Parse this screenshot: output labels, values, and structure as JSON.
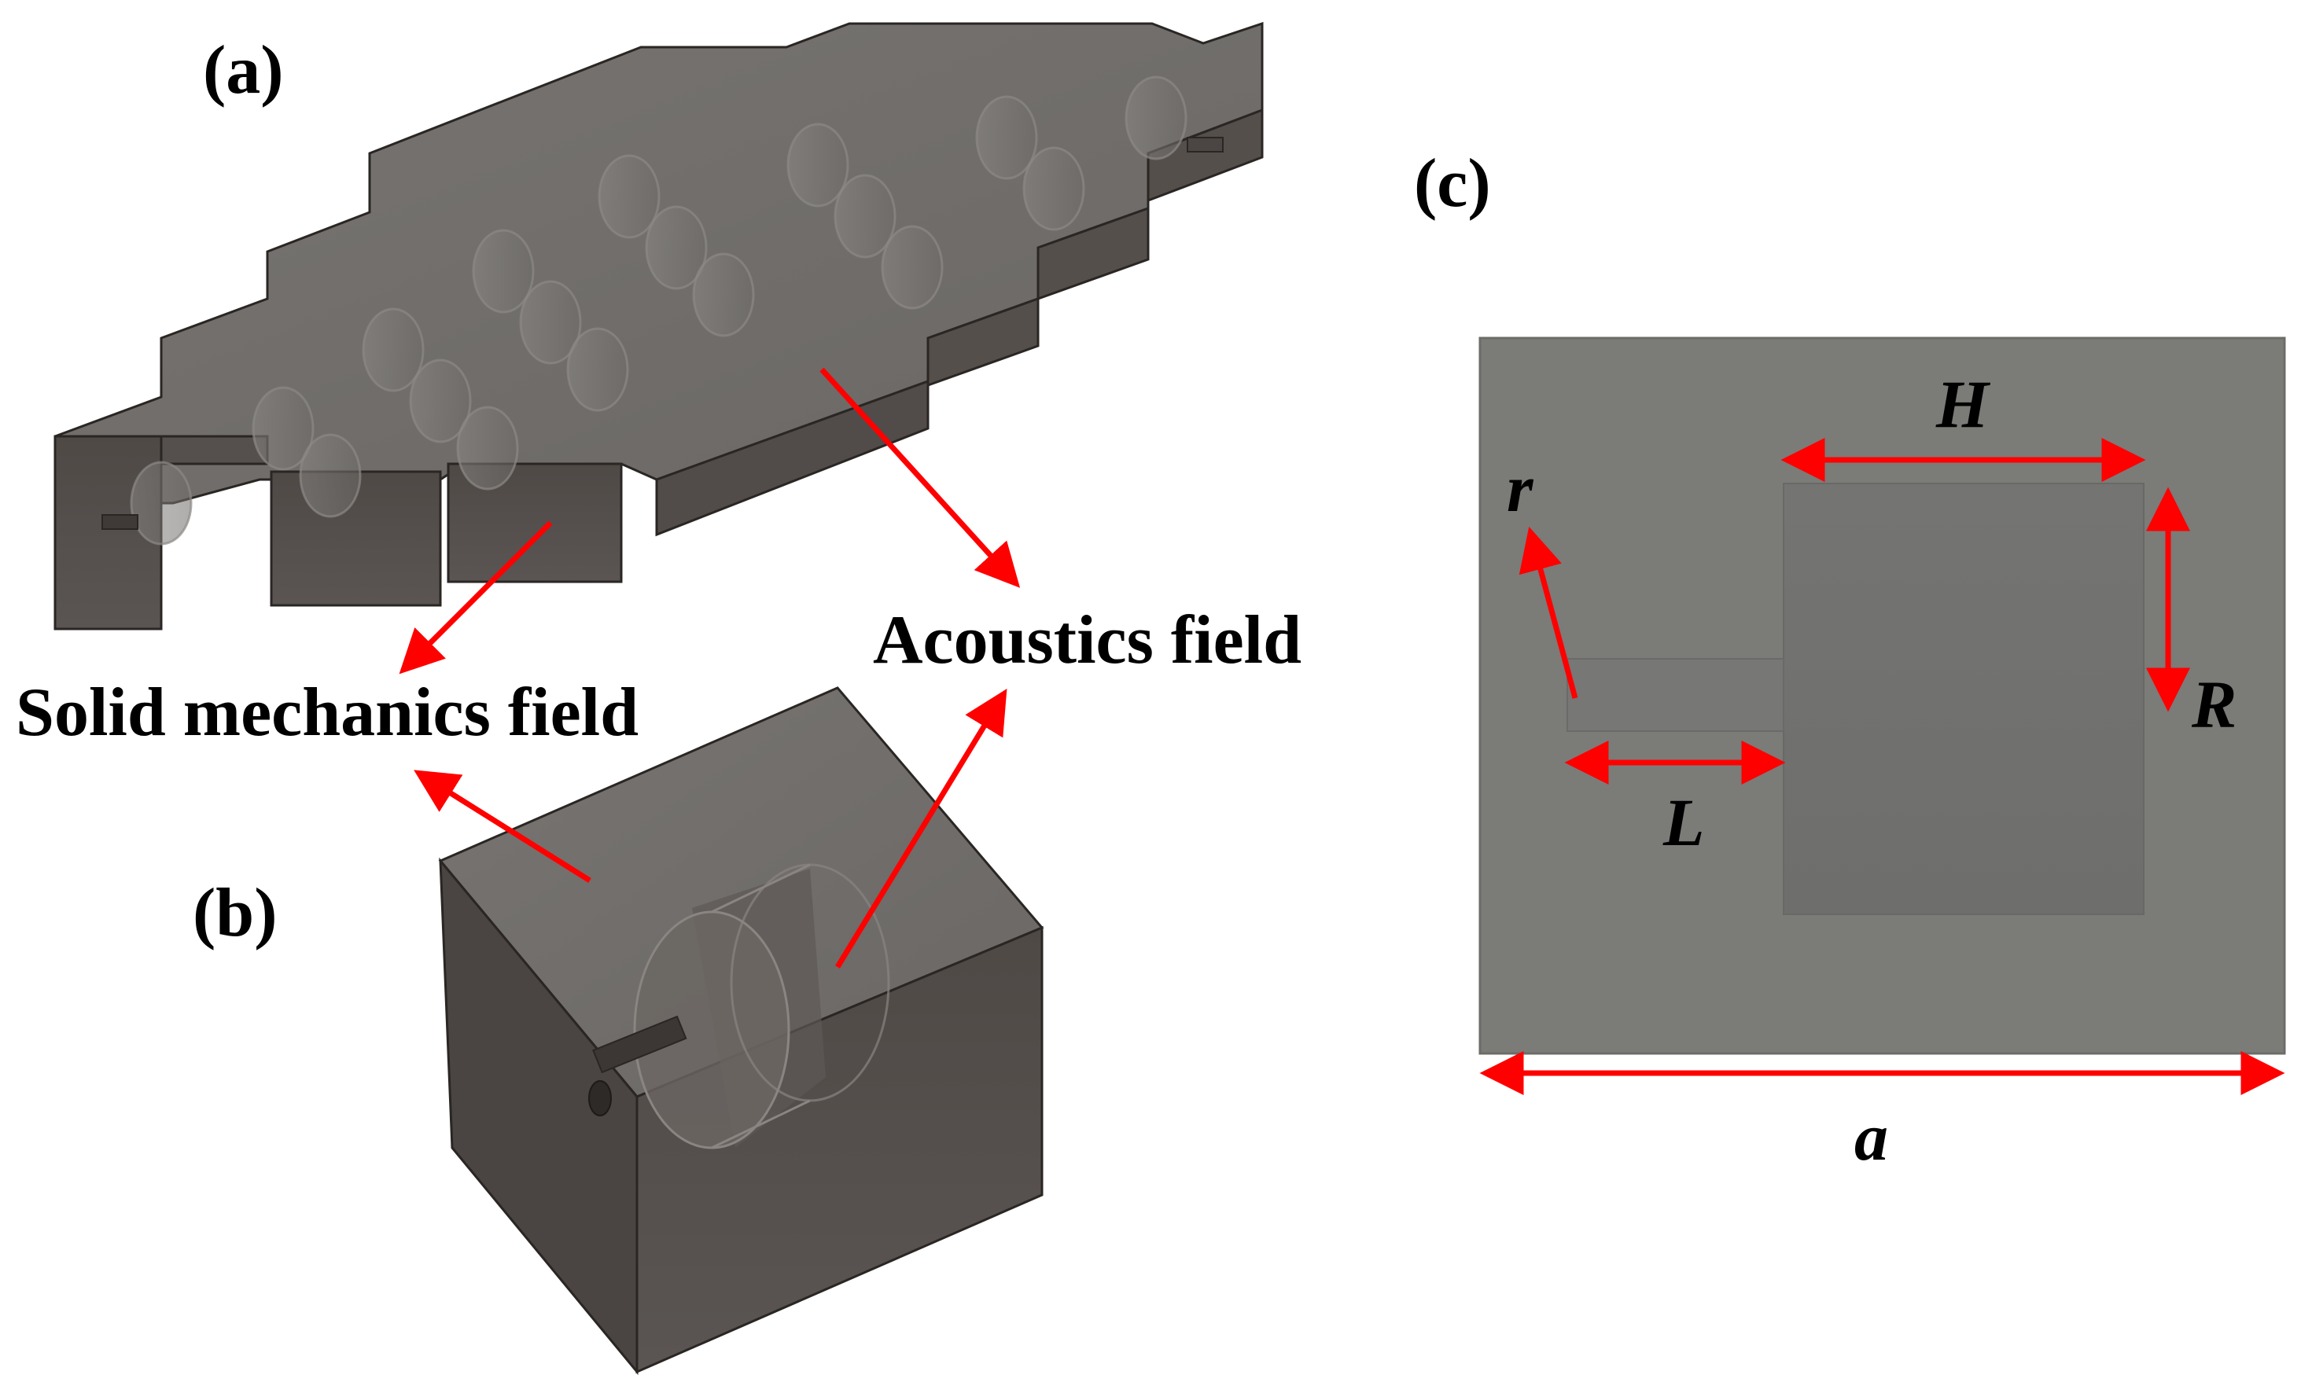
{
  "panels": {
    "a": "(a)",
    "b": "(b)",
    "c": "(c)"
  },
  "fields": {
    "solid": "Solid mechanics field",
    "acoustics": "Acoustics field"
  },
  "dimensions": {
    "H": "H",
    "R": "R",
    "r": "r",
    "L": "L",
    "a": "a"
  },
  "colors": {
    "arrow": "#ff0000",
    "solid_top": "#6f6c69",
    "solid_side": "#4b4543",
    "cross_section": "#7b7b78",
    "resonator": "#737371"
  }
}
